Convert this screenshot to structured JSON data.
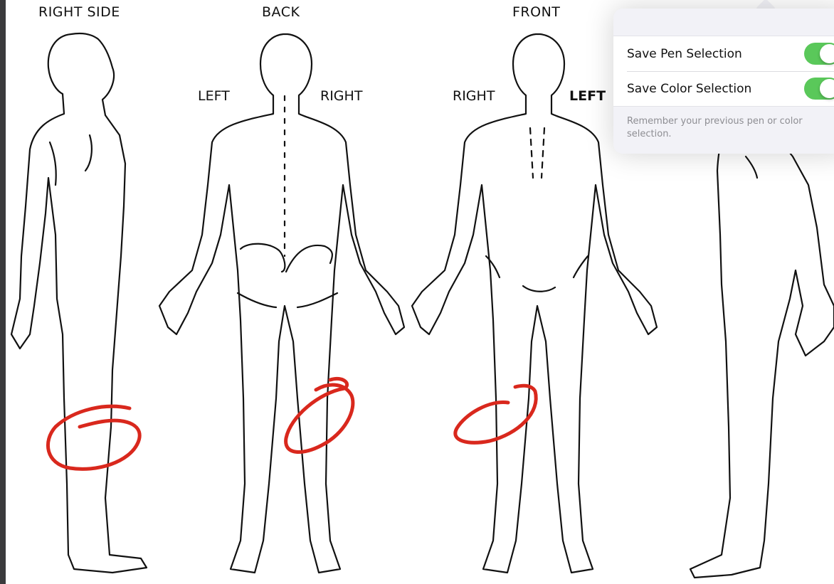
{
  "views": {
    "right_side": "RIGHT SIDE",
    "back": "BACK",
    "front": "FRONT"
  },
  "side_labels": {
    "back_left": "LEFT",
    "back_right": "RIGHT",
    "front_right": "RIGHT",
    "front_left": "LEFT"
  },
  "annotation_color": "#d9281d",
  "popover": {
    "items": [
      {
        "label": "Save Pen Selection",
        "on": true
      },
      {
        "label": "Save Color Selection",
        "on": true
      }
    ],
    "footer": "Remember your previous pen or color selection.",
    "toggle_color": "#5ac85a"
  }
}
